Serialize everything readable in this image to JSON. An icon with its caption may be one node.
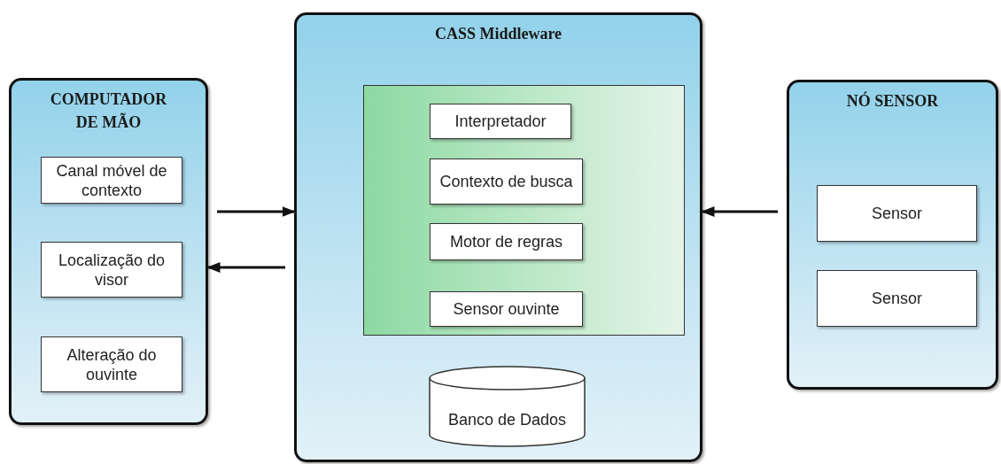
{
  "diagram": {
    "nodes": [
      {
        "text": [
          "COMPUTADOR DE MÃO"
        ]
      },
      {
        "text": [
          "Canal móvel de contexto"
        ],
        "in": 0
      },
      {
        "text": [
          "Localização do visor"
        ],
        "in": 0
      },
      {
        "text": [
          "Alteração do ouvinte"
        ],
        "in": 0
      },
      {
        "text": [
          "CASS Middleware"
        ]
      },
      {
        "text": [],
        "shape": "box",
        "in": 4
      },
      {
        "text": [
          "Interpretador"
        ],
        "in": 5
      },
      {
        "text": [
          "Contexto de busca"
        ],
        "in": 5
      },
      {
        "text": [
          "Motor de regras"
        ],
        "in": 5
      },
      {
        "text": [
          "Sensor ouvinte"
        ],
        "in": 5
      },
      {
        "text": [
          "Banco de Dados"
        ],
        "in": 4
      },
      {
        "text": [
          "NÓ SENSOR"
        ]
      },
      {
        "text": [
          "Sensor"
        ],
        "in": 11
      },
      {
        "text": [
          "Sensor"
        ],
        "in": 11
      }
    ],
    "edges": [
      {
        "from": 0,
        "to": 4,
        "arrow": "to"
      },
      {
        "from": 4,
        "to": 0,
        "arrow": "to"
      },
      {
        "from": 11,
        "to": 4,
        "arrow": "to"
      }
    ]
  }
}
